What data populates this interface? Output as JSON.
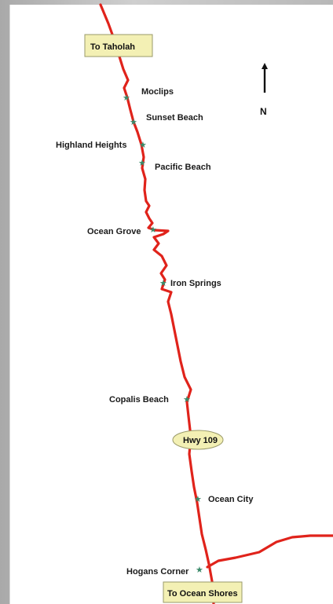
{
  "colors": {
    "road": "#e0231b",
    "town_marker": "#3a8a6a",
    "sign_fill": "#f3f0b4",
    "sign_border": "#9a9a6a",
    "highway_badge_fill": "#f3f0b4"
  },
  "north_arrow": {
    "label": "N",
    "icon": "north-arrow-icon"
  },
  "signs": {
    "north_destination": "To Taholah",
    "south_destination": "To Ocean Shores",
    "highway": "Hwy 109"
  },
  "towns": [
    {
      "name": "Moclips"
    },
    {
      "name": "Sunset Beach"
    },
    {
      "name": "Highland Heights"
    },
    {
      "name": "Pacific Beach"
    },
    {
      "name": "Ocean Grove"
    },
    {
      "name": "Iron Springs"
    },
    {
      "name": "Copalis Beach"
    },
    {
      "name": "Ocean City"
    },
    {
      "name": "Hogans Corner"
    }
  ]
}
